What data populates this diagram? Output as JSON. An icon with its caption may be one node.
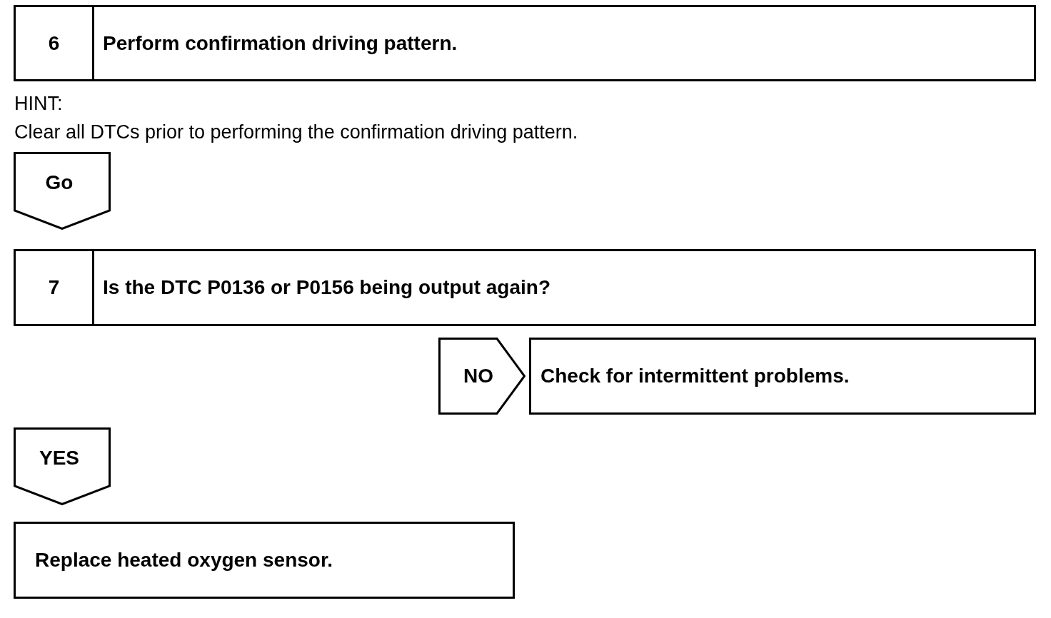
{
  "diagram": {
    "nodes": [
      {
        "text": [
          "6",
          "Perform confirmation driving pattern."
        ]
      },
      {
        "text": [
          "Go"
        ]
      },
      {
        "text": [
          "7",
          "Is the DTC P0136 or P0156 being output again?"
        ]
      },
      {
        "text": [
          "NO"
        ]
      },
      {
        "text": [
          "Check for intermittent problems."
        ]
      },
      {
        "text": [
          "YES"
        ]
      },
      {
        "text": [
          "Replace heated oxygen sensor."
        ]
      }
    ],
    "labels": [
      "HINT:",
      "Clear all DTCs prior to performing the confirmation driving pattern."
    ]
  }
}
